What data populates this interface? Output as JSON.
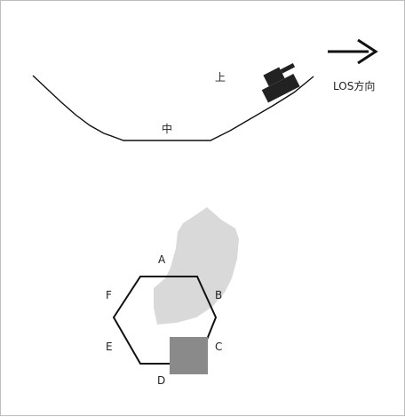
{
  "top_panel": {
    "label_upper": "上",
    "label_middle": "中",
    "los_label": "LOS方向",
    "tank_icon": "tank-icon",
    "arrow_icon": "arrow-right-icon"
  },
  "bottom_panel": {
    "hex_labels": {
      "a": "A",
      "b": "B",
      "c": "C",
      "d": "D",
      "e": "E",
      "f": "F"
    },
    "colors": {
      "line": "#111111",
      "blob": "#d9d9d9",
      "square": "#8a8a8a"
    }
  }
}
